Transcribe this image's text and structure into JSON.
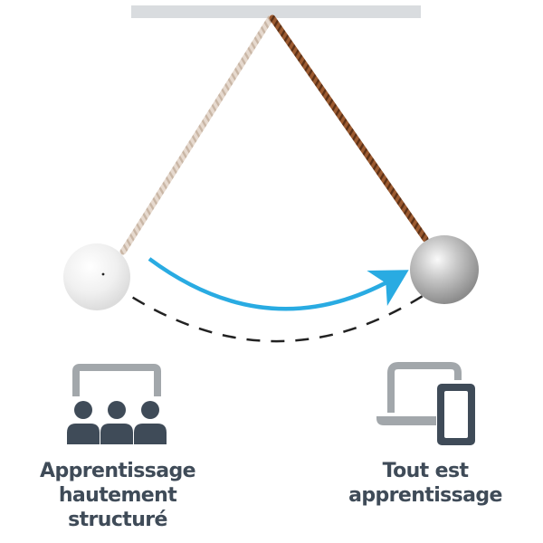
{
  "left_approach": {
    "label_lines": [
      "Apprentissage",
      "hautement",
      "structuré"
    ],
    "icon": "classroom-icon"
  },
  "right_approach": {
    "label_lines": [
      "Tout est",
      "apprentissage"
    ],
    "icon": "devices-icon"
  },
  "colors": {
    "text": "#3f4b58",
    "icon": "#3f4b58",
    "icon_light": "#a2a7ab",
    "arrow": "#29abe2",
    "rope_active": "#9b5a30",
    "rope_faded": "#dcccbf",
    "ball": "#b8b8b8",
    "ball_faded": "#ececec",
    "ceiling": "#d9dcdf"
  }
}
